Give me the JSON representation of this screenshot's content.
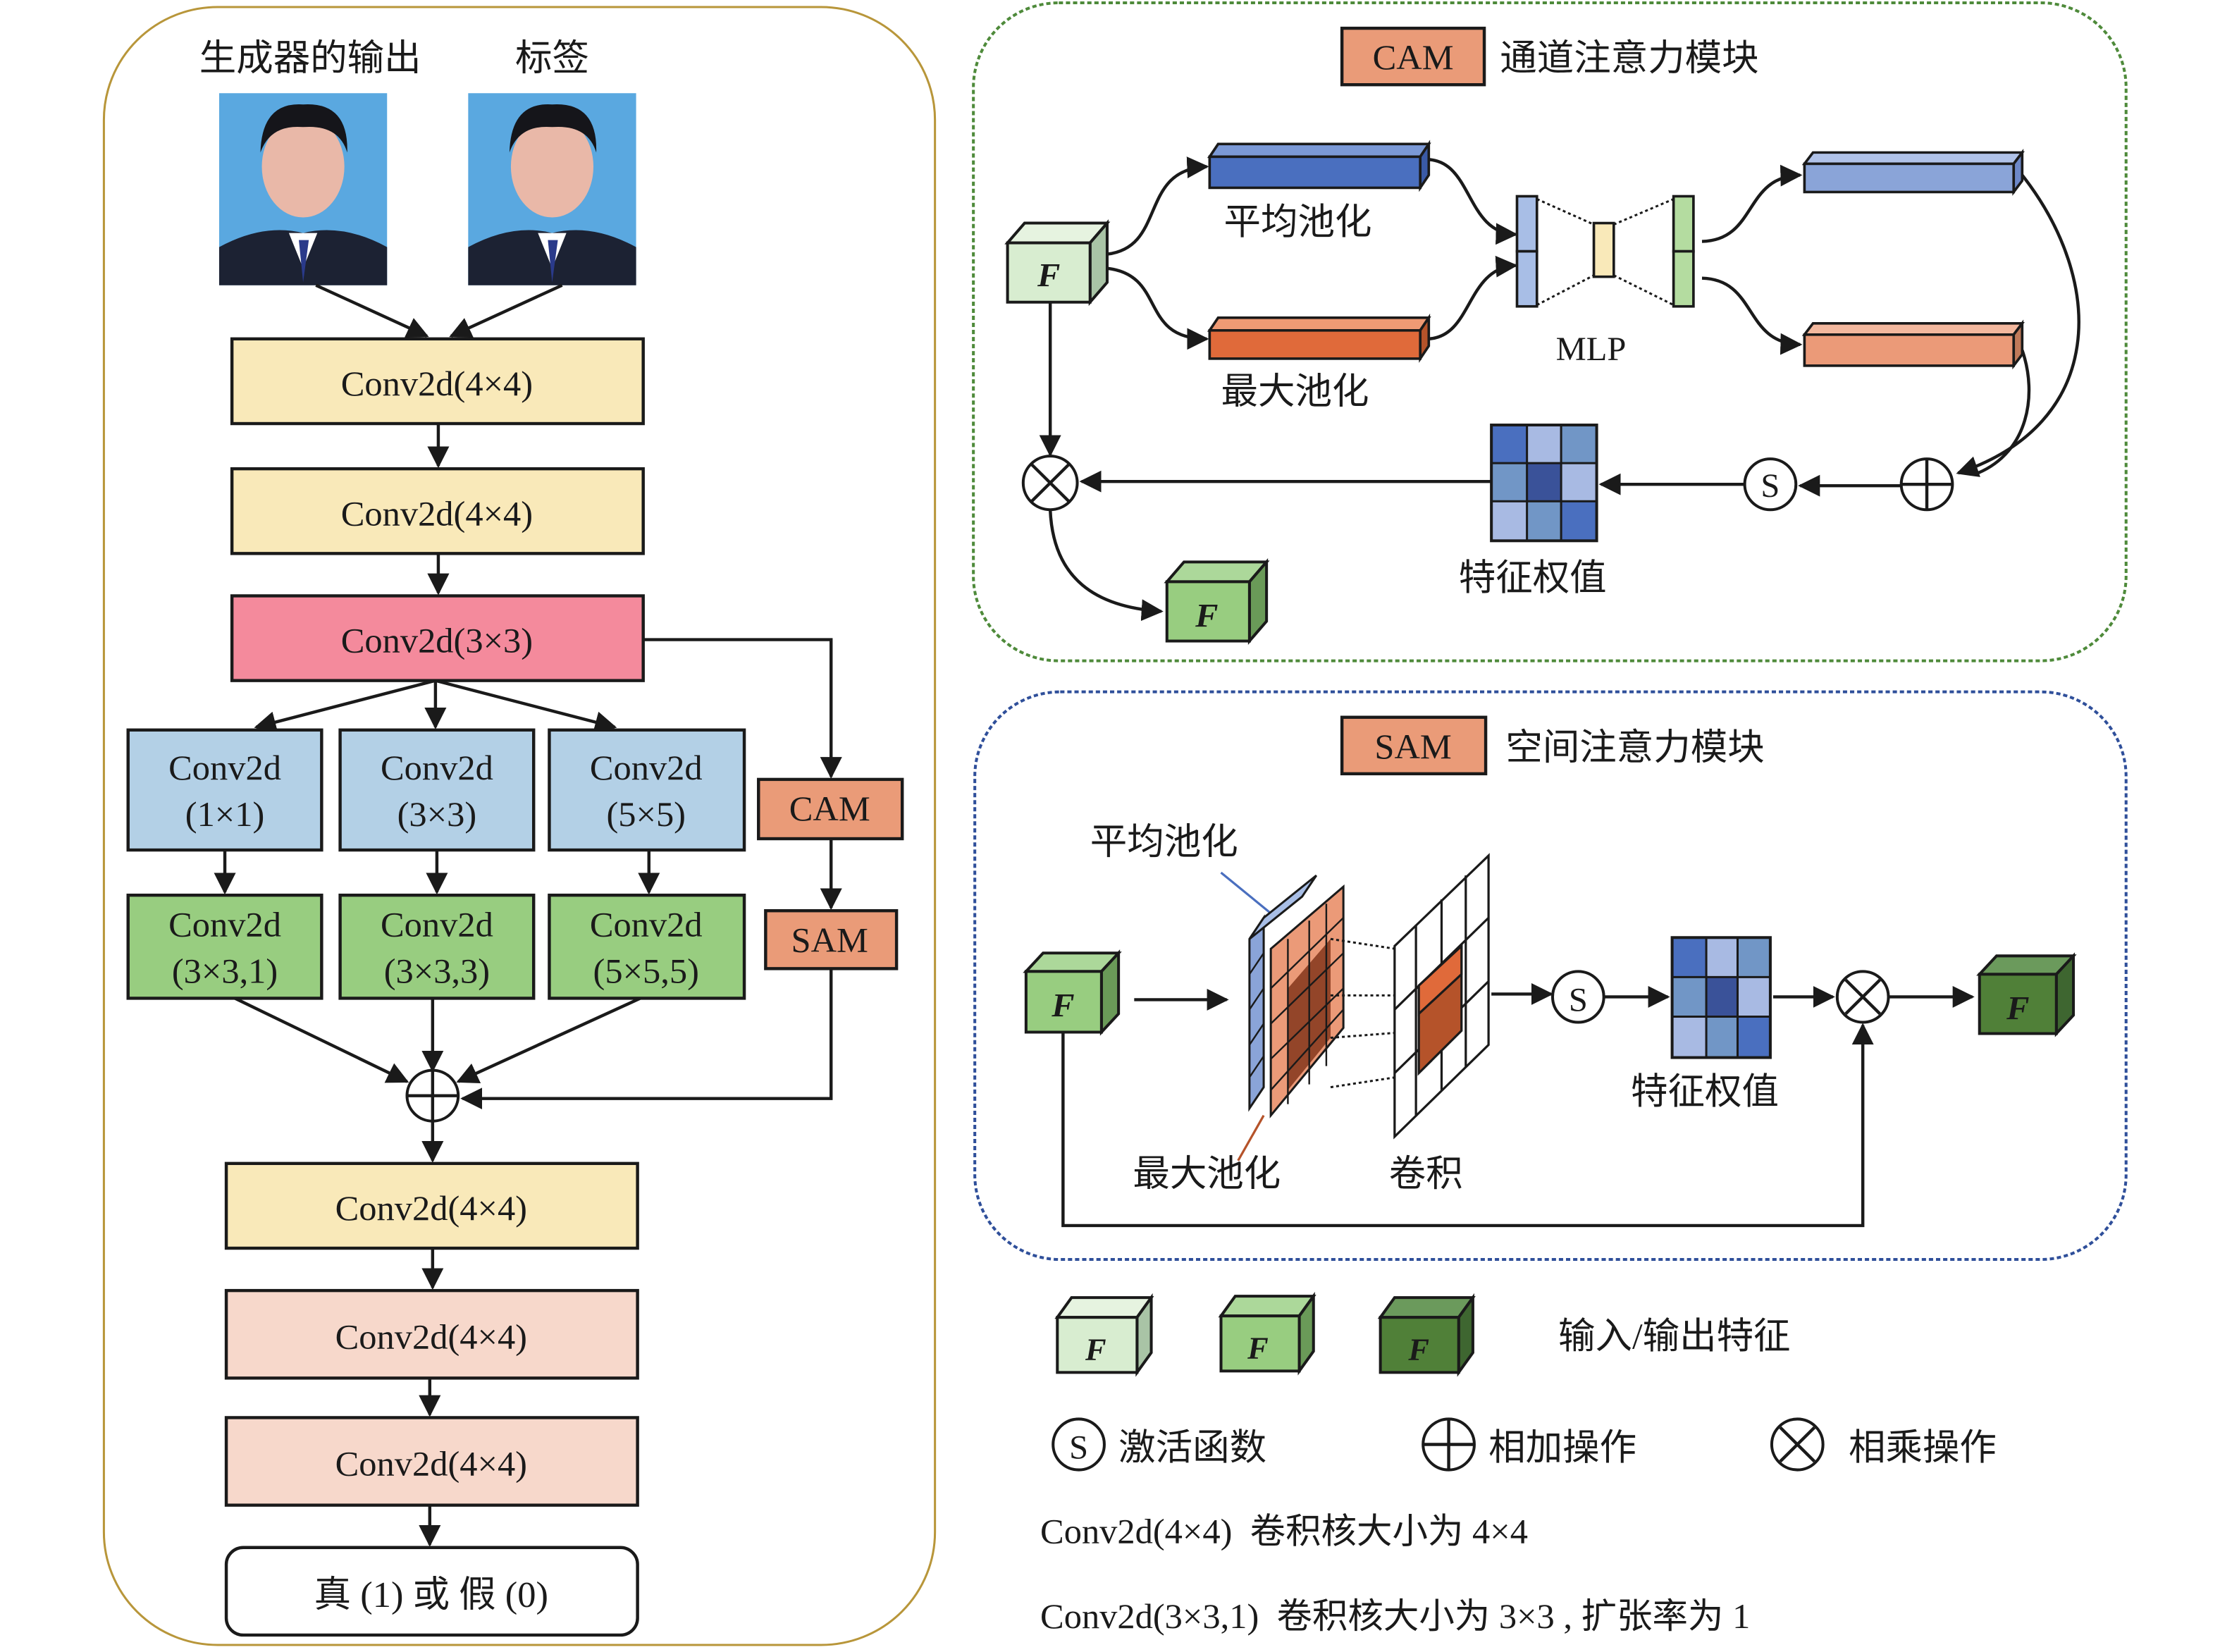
{
  "colors": {
    "yellow": "#f9e9b9",
    "pink": "#f48a9c",
    "blue_box": "#b3d0e6",
    "green_box": "#98cd80",
    "orange_box": "#ea9b78",
    "peach_box": "#f7d8cb",
    "panel_left_border": "#b8963a",
    "panel_cam_border": "#4e8a3a",
    "panel_sam_border": "#2f4f9a",
    "feat_light": "#d8edd0",
    "feat_mid": "#98cd80",
    "feat_dark": "#508038",
    "avg_pool": "#4a6fbf",
    "max_pool": "#e06a3a",
    "mlp_blue": "#a8bee6",
    "mlp_yellow": "#f9e9b9",
    "mlp_green": "#b4dca0",
    "out_blue": "#8aa4d8",
    "out_orange": "#eb9a78"
  },
  "left": {
    "generator_output_label": "生成器的输出",
    "label_label": "标签",
    "photo_generated": "generated-face-photo",
    "photo_label": "label-face-photo",
    "conv1": "Conv2d(4×4)",
    "conv2": "Conv2d(4×4)",
    "conv3": "Conv2d(3×3)",
    "branches": [
      {
        "top_l1": "Conv2d",
        "top_l2": "(1×1)",
        "bot_l1": "Conv2d",
        "bot_l2": "(3×3,1)"
      },
      {
        "top_l1": "Conv2d",
        "top_l2": "(3×3)",
        "bot_l1": "Conv2d",
        "bot_l2": "(3×3,3)"
      },
      {
        "top_l1": "Conv2d",
        "top_l2": "(5×5)",
        "bot_l1": "Conv2d",
        "bot_l2": "(5×5,5)"
      }
    ],
    "cam": "CAM",
    "sam": "SAM",
    "conv4": "Conv2d(4×4)",
    "conv5": "Conv2d(4×4)",
    "conv6": "Conv2d(4×4)",
    "output": "真 (1) 或 假 (0)"
  },
  "cam_panel": {
    "tag": "CAM",
    "title": "通道注意力模块",
    "feature": "F",
    "avg_pool": "平均池化",
    "max_pool": "最大池化",
    "mlp": "MLP",
    "sigmoid": "S",
    "weights": "特征权值",
    "output_feature": "F"
  },
  "sam_panel": {
    "tag": "SAM",
    "title": "空间注意力模块",
    "feature": "F",
    "avg_pool": "平均池化",
    "max_pool": "最大池化",
    "conv": "卷积",
    "sigmoid": "S",
    "weights": "特征权值",
    "output_feature": "F"
  },
  "legend": {
    "features_label": "输入/输出特征",
    "feature_glyph": "F",
    "sigmoid_glyph": "S",
    "sigmoid_label": "激活函数",
    "add_label": "相加操作",
    "mul_label": "相乘操作",
    "note1": "Conv2d(4×4)  卷积核大小为 4×4",
    "note2": "Conv2d(3×3,1)  卷积核大小为 3×3 , 扩张率为 1"
  }
}
